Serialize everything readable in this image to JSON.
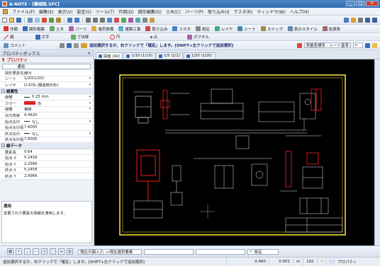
{
  "window": {
    "title": "A-NOTE - [機械図.SFC]",
    "buttons": {
      "minimize": "_",
      "maximize": "□",
      "close": "×"
    }
  },
  "menu": {
    "items": [
      "ファイル(F)",
      "編集(E)",
      "表示(V)",
      "設定(S)",
      "ツール(T)",
      "作図(D)",
      "図形編集(G)",
      "土木(C)",
      "パーツ(P)",
      "取り込み(I)",
      "ラスタ(R)",
      "ウィンドウ(W)",
      "ヘルプ(H)"
    ]
  },
  "toolbar2": {
    "items": [
      "作図",
      "図形編集",
      "土木",
      "パーツ",
      "電気設備",
      "建築工事",
      "取り込み",
      "ラスタ",
      "設定",
      "レイヤ",
      "シート",
      "スナップ",
      "表示スタイル",
      "拡張系"
    ]
  },
  "toolbar3": {
    "items": [
      "線",
      "文字",
      "寸法線",
      "円",
      "点",
      "ボクセル"
    ]
  },
  "toolbar4": {
    "left_label": "コメント",
    "hint": "追加選択するか、右クリックで「確定」します。[SHIFT+左クリックで追加選択]",
    "right_combo": "測量座標系 - シート基準",
    "right_value": "n"
  },
  "property_panel": {
    "header": "プロパティボックス",
    "close": "×",
    "sub": "プロパティ",
    "selector": "通用",
    "rows_top": [
      {
        "k": "図形要素名",
        "v": "線分"
      },
      {
        "k": "シート",
        "v": "1/20(1/20)"
      },
      {
        "k": "レイヤ",
        "v": "D-STR  (構造物外形)"
      }
    ],
    "cat_attr": "線属性",
    "rows_attr": [
      {
        "k": "線種",
        "v": "0.25 mm"
      },
      {
        "k": "カラー",
        "v": "赤"
      },
      {
        "k": "線種",
        "v": "実線"
      },
      {
        "k": "矢印角度",
        "v": "9.4620"
      },
      {
        "k": "始点矢印",
        "v": "なし"
      },
      {
        "k": "始点矢印長",
        "v": "7.6005"
      },
      {
        "k": "終点矢印",
        "v": "なし"
      },
      {
        "k": "終点矢印長",
        "v": "7.6005"
      }
    ],
    "cat_geom": "線データ",
    "rows_geom": [
      {
        "k": "要素長",
        "v": "0.64"
      },
      {
        "k": "始点 X",
        "v": "5.2458"
      },
      {
        "k": "始点 Y",
        "v": "2.2566"
      },
      {
        "k": "終点 X",
        "v": "5.2458"
      },
      {
        "k": "終点 Y",
        "v": "2.8966"
      }
    ],
    "desc_title": "適用",
    "desc_body": "変更された要素の情報を適用します。"
  },
  "drawing_tabs": [
    "図面 (A0)",
    "1/10 (1/10)",
    "1/5 (1/1)",
    "1/20 (1/20)"
  ],
  "bottom": {
    "combo1": "現在の図入力 ->現在選択要素",
    "combo2": "",
    "combo3": "設定"
  },
  "status": {
    "message": "追加選択するか、右クリックで「確定」します。[SHIFT+左クリックで追加選択]",
    "x": "0.460",
    "y": "0.901",
    "unit": "m",
    "zoom": "192",
    "prop": "プロパティ"
  },
  "colors": {
    "frame": "#ffeb3b",
    "line_red": "#ff2020",
    "line_white": "#e8e8e8",
    "accent": "#2f6bb0"
  }
}
